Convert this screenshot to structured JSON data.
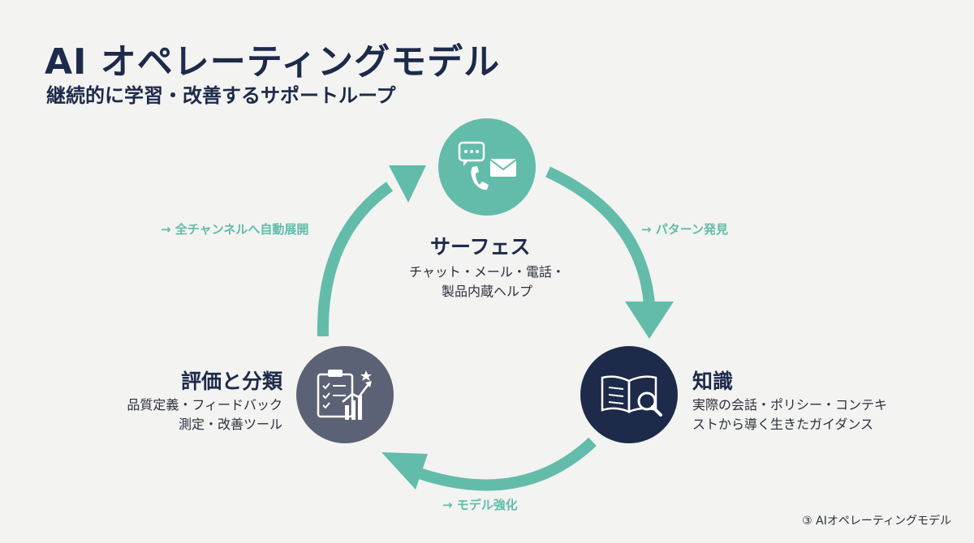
{
  "title": "AI オペレーティングモデル",
  "subtitle": "継続的に学習・改善するサポートループ",
  "nodes": {
    "surface": {
      "title": "サーフェス",
      "desc_line1": "チャット・メール・電話・",
      "desc_line2": "製品内蔵ヘルプ",
      "icon": "chat-mail-phone-icon"
    },
    "knowledge": {
      "title": "知識",
      "desc_line1": "実際の会話・ポリシー・コンテキ",
      "desc_line2": "ストから導く生きたガイダンス",
      "icon": "book-search-icon"
    },
    "evaluation": {
      "title": "評価と分類",
      "desc_line1": "品質定義・フィードバック",
      "desc_line2": "測定・改善ツール",
      "icon": "clipboard-chart-icon"
    }
  },
  "arrows": {
    "to_knowledge": "→ パターン発見",
    "to_evaluation": "→ モデル強化",
    "to_surface": "→ 全チャンネルへ自動展開"
  },
  "footer": "③ AIオペレーティングモデル",
  "colors": {
    "teal": "#63bcaa",
    "navy": "#1d2a4a",
    "slate": "#5c6275",
    "background": "#f3f3f1"
  }
}
